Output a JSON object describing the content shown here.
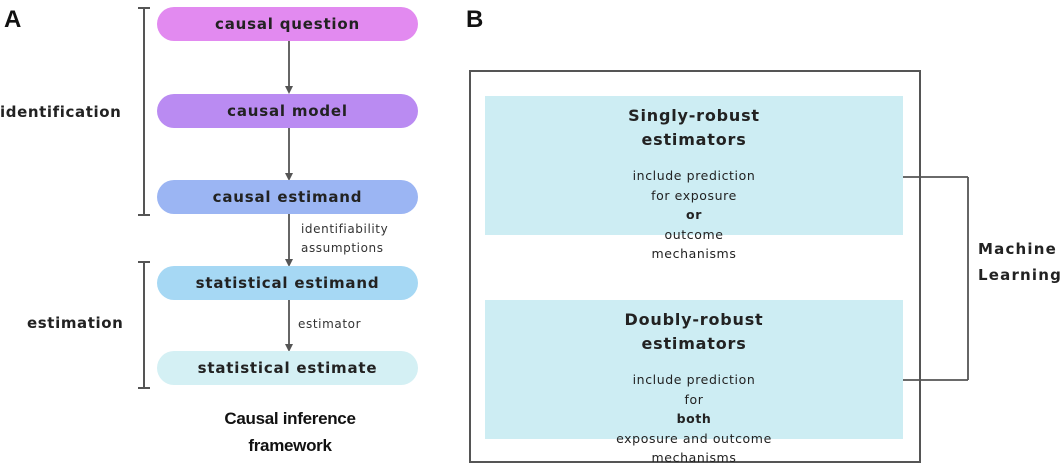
{
  "panel_a": {
    "letter": "A",
    "steps": [
      {
        "label": "causal question",
        "color": "#e28af0"
      },
      {
        "label": "causal model",
        "color": "#ba8bf2"
      },
      {
        "label": "causal estimand",
        "color": "#9bb5f3"
      },
      {
        "label": "statistical estimand",
        "color": "#a6d8f4"
      },
      {
        "label": "statistical estimate",
        "color": "#d4f0f4"
      }
    ],
    "phases": {
      "identification": "identification",
      "estimation": "estimation"
    },
    "edge_labels": {
      "identifiability_line1": "identifiability",
      "identifiability_line2": "assumptions",
      "estimator": "estimator"
    },
    "caption": {
      "line1": "Causal inference",
      "line2": "framework"
    }
  },
  "panel_b": {
    "letter": "B",
    "box_fill": "#cdedf3",
    "singly": {
      "title_line1": "Singly-robust",
      "title_line2": "estimators",
      "desc_line1": "include prediction",
      "desc_line2_pre": "for exposure ",
      "desc_line2_bold": "or",
      "desc_line2_post": " outcome",
      "desc_line3": "mechanisms"
    },
    "doubly": {
      "title_line1": "Doubly-robust",
      "title_line2": "estimators",
      "desc_line1": "include prediction",
      "desc_line2_pre": "for ",
      "desc_line2_bold": "both",
      "desc_line2_post": " exposure and outcome",
      "desc_line3": "mechanisms"
    },
    "ml_label_line1": "Machine",
    "ml_label_line2": "Learning"
  }
}
